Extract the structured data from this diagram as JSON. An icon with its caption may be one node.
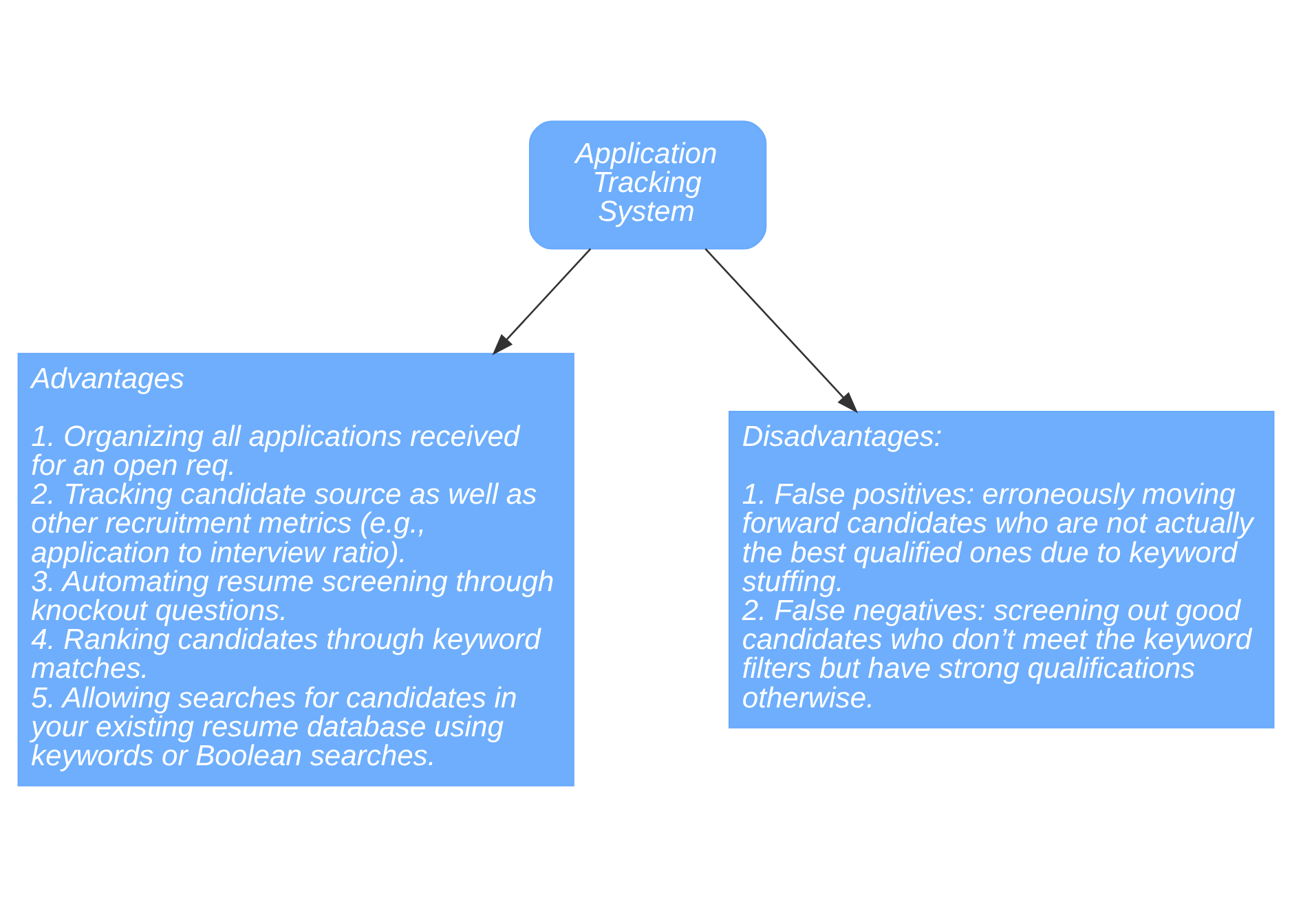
{
  "diagram": {
    "nodes": [
      {
        "text": [
          "Application Tracking System"
        ]
      },
      {
        "text": [
          "Advantages",
          "1. Organizing all applications received for an open req.",
          "2. Tracking candidate source as well as other recruitment metrics (e.g., application to interview ratio).",
          "3. Automating resume screening through knockout questions.",
          "4. Ranking candidates through keyword matches.",
          "5. Allowing searches for candidates in your existing resume database using keywords or Boolean searches."
        ]
      },
      {
        "text": [
          "Disadvantages:",
          "1. False positives: erroneously moving forward candidates who are not actually the best qualified ones due to keyword stuffing.",
          "2. False negatives: screening out good candidates who don’t meet the keyword filters but have strong qualifications otherwise."
        ]
      }
    ],
    "edges": [
      {
        "from": 0,
        "to": 1,
        "arrow": "to"
      },
      {
        "from": 0,
        "to": 2,
        "arrow": "to"
      }
    ]
  }
}
